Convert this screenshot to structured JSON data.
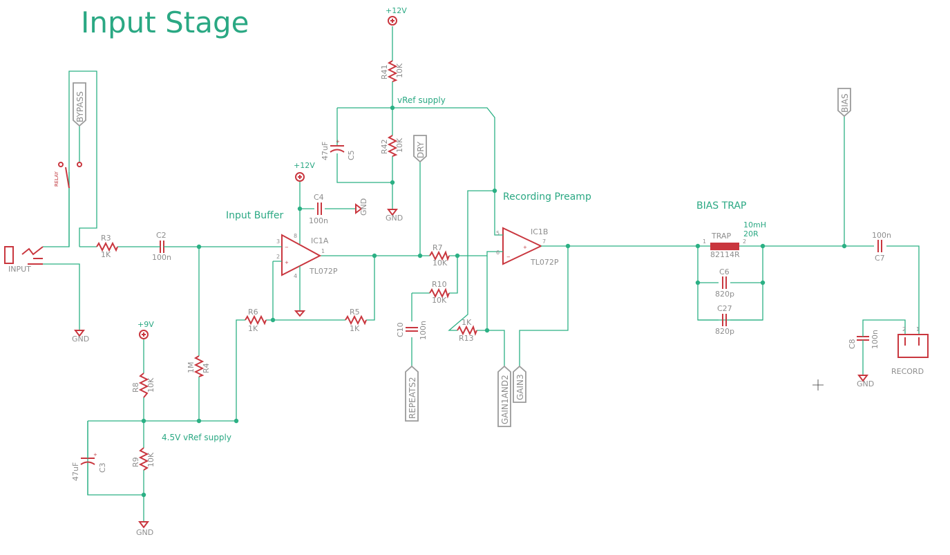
{
  "title": "Input Stage",
  "colors": {
    "wire": "#2bb084",
    "part": "#c9363e",
    "label": "#2aa883",
    "port": "#8d8d8d"
  },
  "sections": {
    "input_buffer": "Input Buffer",
    "recording_preamp": "Recording Preamp",
    "bias_trap": "BIAS TRAP",
    "vref_supply": "vRef supply",
    "vref_45": "4.5V vRef supply"
  },
  "power": {
    "p12_top": "+12V",
    "p12_mid": "+12V",
    "p9": "+9V",
    "gnd": "GND"
  },
  "ports": {
    "bypass": "BYPASS",
    "dry": "DRY",
    "bias": "BIAS",
    "repeats2": "REPEATS2",
    "gain1and2": "GAIN1AND2",
    "gain3": "GAIN3"
  },
  "parts": {
    "input": "INPUT",
    "record": "RECORD",
    "r3": "R3",
    "r3v": "1K",
    "c2": "C2",
    "c2v": "100n",
    "r41": "R41",
    "r41v": "10K",
    "r42": "R42",
    "r42v": "10K",
    "c5": "C5",
    "c5v": "47uF",
    "c4": "C4",
    "c4v": "100n",
    "ic1a": "IC1A",
    "ic1b": "IC1B",
    "ic_val": "TL072P",
    "r6": "R6",
    "r6v": "1K",
    "r5": "R5",
    "r5v": "1K",
    "r4": "R4",
    "r4v": "1M",
    "r7": "R7",
    "r7v": "10K",
    "r10": "R10",
    "r10v": "10K",
    "c10": "C10",
    "c10v": "100n",
    "r13": "R13",
    "r13v": "1K",
    "r8": "R8",
    "r8v": "10K",
    "r9": "R9",
    "r9v": "10K",
    "c3": "C3",
    "c3v": "47uF",
    "trap": "TRAP",
    "trap_part": "82114R",
    "trap_l": "10mH",
    "trap_r": "20R",
    "c6": "C6",
    "c6v": "820p",
    "c27": "C27",
    "c27v": "820p",
    "c7": "C7",
    "c7v": "100n",
    "c8": "C8",
    "c8v": "100n"
  },
  "pins": {
    "p1": "1",
    "p2": "2",
    "p3": "3",
    "p4": "4",
    "p5": "5",
    "p6": "6",
    "p7": "7",
    "p8": "8"
  }
}
